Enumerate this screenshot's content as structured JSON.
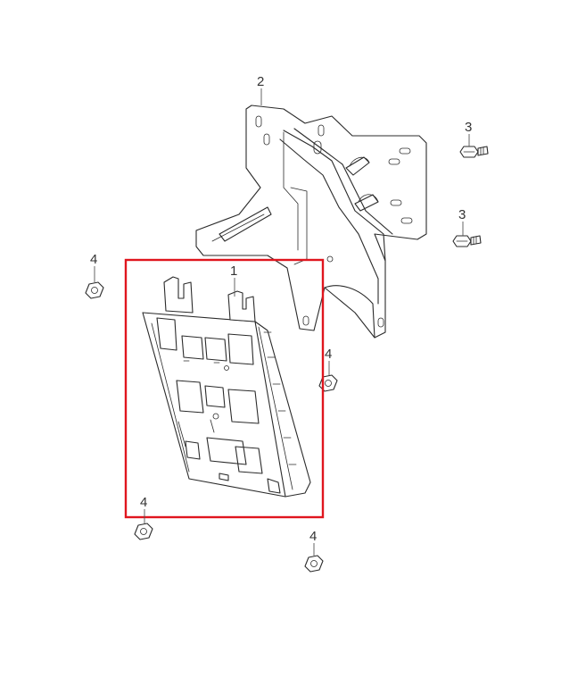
{
  "callouts": {
    "part_1": "1",
    "part_2": "2",
    "part_3_upper": "3",
    "part_3_lower": "3",
    "part_4_left": "4",
    "part_4_right": "4",
    "part_4_bottom_left": "4",
    "part_4_bottom_right": "4"
  },
  "colors": {
    "highlight_box": "#e0161e",
    "line_art": "#2b2b2b"
  }
}
